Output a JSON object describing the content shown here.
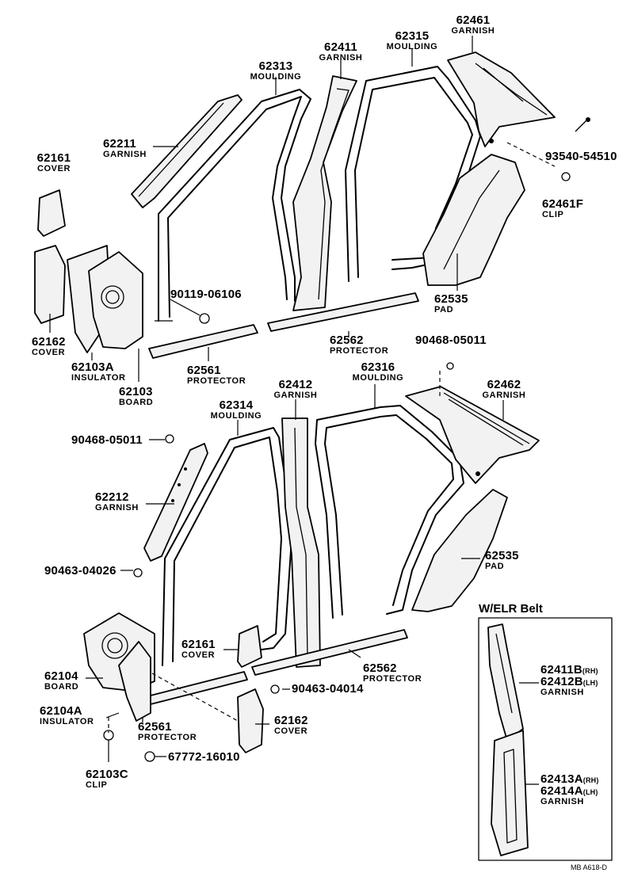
{
  "labels": {
    "p62461": {
      "num": "62461",
      "name": "GARNISH"
    },
    "p62411": {
      "num": "62411",
      "name": "GARNISH"
    },
    "p62315": {
      "num": "62315",
      "name": "MOULDING"
    },
    "p62313": {
      "num": "62313",
      "name": "MOULDING"
    },
    "p62211": {
      "num": "62211",
      "name": "GARNISH"
    },
    "p62161a": {
      "num": "62161",
      "name": "COVER"
    },
    "p93540": {
      "num": "93540-54510"
    },
    "p62461f": {
      "num": "62461F",
      "name": "CLIP"
    },
    "p90119": {
      "num": "90119-06106"
    },
    "p62535a": {
      "num": "62535",
      "name": "PAD"
    },
    "p62162a": {
      "num": "62162",
      "name": "COVER"
    },
    "p62103a": {
      "num": "62103A",
      "name": "INSULATOR"
    },
    "p62103": {
      "num": "62103",
      "name": "BOARD"
    },
    "p62561a": {
      "num": "62561",
      "name": "PROTECTOR"
    },
    "p62562a": {
      "num": "62562",
      "name": "PROTECTOR"
    },
    "p90468a": {
      "num": "90468-05011"
    },
    "p62412": {
      "num": "62412",
      "name": "GARNISH"
    },
    "p62316": {
      "num": "62316",
      "name": "MOULDING"
    },
    "p62462": {
      "num": "62462",
      "name": "GARNISH"
    },
    "p62314": {
      "num": "62314",
      "name": "MOULDING"
    },
    "p90468b": {
      "num": "90468-05011"
    },
    "p62212": {
      "num": "62212",
      "name": "GARNISH"
    },
    "p62535b": {
      "num": "62535",
      "name": "PAD"
    },
    "p90463a": {
      "num": "90463-04026"
    },
    "p62161b": {
      "num": "62161",
      "name": "COVER"
    },
    "p62562b": {
      "num": "62562",
      "name": "PROTECTOR"
    },
    "p62104": {
      "num": "62104",
      "name": "BOARD"
    },
    "p90463b": {
      "num": "90463-04014"
    },
    "p62104a": {
      "num": "62104A",
      "name": "INSULATOR"
    },
    "p62561b": {
      "num": "62561",
      "name": "PROTECTOR"
    },
    "p62162b": {
      "num": "62162",
      "name": "COVER"
    },
    "p67772": {
      "num": "67772-16010"
    },
    "p62103c": {
      "num": "62103C",
      "name": "CLIP"
    },
    "p62411b": {
      "num1": "62411B",
      "suf1": "(RH)",
      "num2": "62412B",
      "suf2": "(LH)",
      "name": "GARNISH"
    },
    "p62413a": {
      "num1": "62413A",
      "suf1": "(RH)",
      "num2": "62414A",
      "suf2": "(LH)",
      "name": "GARNISH"
    }
  },
  "inset_title": "W/ELR Belt",
  "drawing_code": "MB A618-D"
}
